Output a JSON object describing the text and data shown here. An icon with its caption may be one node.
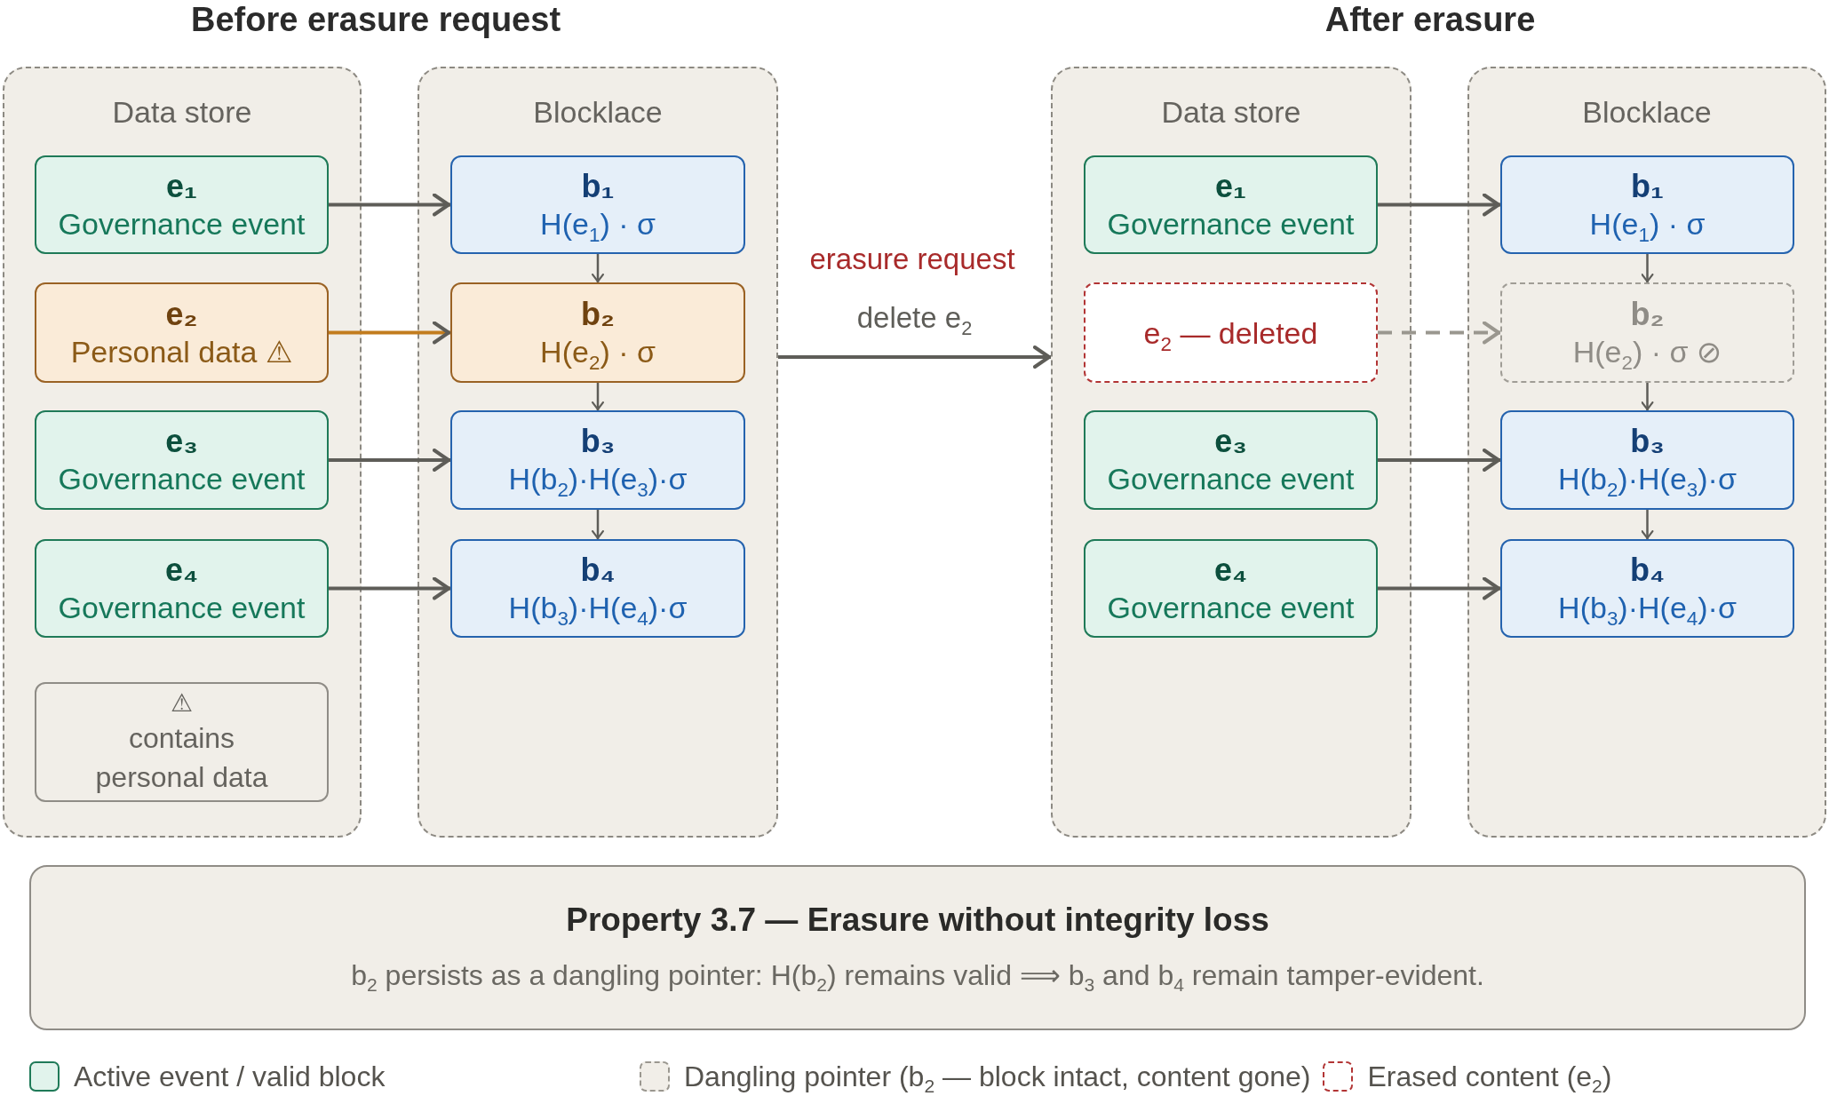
{
  "diagram": {
    "nodes": [
      {
        "text": [
          "Data store"
        ]
      },
      {
        "text": [
          "e₁",
          "Governance event"
        ],
        "in": 0
      },
      {
        "text": [
          "e₂",
          "Personal data ⚠"
        ],
        "in": 0
      },
      {
        "text": [
          "e₃",
          "Governance event"
        ],
        "in": 0
      },
      {
        "text": [
          "e₄",
          "Governance event"
        ],
        "in": 0
      },
      {
        "text": [
          "⚠",
          "contains personal data"
        ],
        "in": 0
      },
      {
        "text": [
          "Blocklace"
        ]
      },
      {
        "text": [
          "b₁",
          "H(e$_{1}$) · σ"
        ],
        "in": 6
      },
      {
        "text": [
          "b₂",
          "H(e$_{2}$) · σ"
        ],
        "in": 6
      },
      {
        "text": [
          "b₃",
          "H(b$_{2}$)·H(e$_{3}$)·σ"
        ],
        "in": 6
      },
      {
        "text": [
          "b₄",
          "H(b$_{3}$)·H(e$_{4}$)·σ"
        ],
        "in": 6
      },
      {
        "text": [
          "Data store"
        ]
      },
      {
        "text": [
          "e₁",
          "Governance event"
        ],
        "in": 11
      },
      {
        "text": [
          "e$_{2}$ — deleted"
        ],
        "in": 11
      },
      {
        "text": [
          "e₃",
          "Governance event"
        ],
        "in": 11
      },
      {
        "text": [
          "e₄",
          "Governance event"
        ],
        "in": 11
      },
      {
        "text": [
          "Blocklace"
        ]
      },
      {
        "text": [
          "b₁",
          "H(e$_{1}$) · σ"
        ],
        "in": 16
      },
      {
        "text": [
          "b₂",
          "H(e$_{2}$) · σ ⊘"
        ],
        "in": 16
      },
      {
        "text": [
          "b₃",
          "H(b$_{2}$)·H(e$_{3}$)·σ"
        ],
        "in": 16
      },
      {
        "text": [
          "b₄",
          "H(b$_{3}$)·H(e$_{4}$)·σ"
        ],
        "in": 16
      },
      {
        "text": [
          "Property 3.7 — Erasure without integrity loss",
          "b$_{2}$ persists as a dangling pointer: H(b$_{2}$) remains valid ⟹ b$_{3}$ and b$_{4}$ remain tamper-evident."
        ]
      }
    ],
    "edges": [
      {
        "from": 1,
        "to": 7,
        "arrow": "to"
      },
      {
        "from": 2,
        "to": 8,
        "arrow": "to",
        "color": "#c27c1e"
      },
      {
        "from": 3,
        "to": 9,
        "arrow": "to"
      },
      {
        "from": 4,
        "to": 10,
        "arrow": "to"
      },
      {
        "from": 7,
        "to": 8,
        "arrow": "to"
      },
      {
        "from": 8,
        "to": 9,
        "arrow": "to"
      },
      {
        "from": 9,
        "to": 10,
        "arrow": "to"
      },
      {
        "from": 6,
        "to": 11,
        "arrow": "to",
        "label": "delete e$_{2}$"
      },
      {
        "from": 12,
        "to": 17,
        "arrow": "to"
      },
      {
        "from": 13,
        "to": 18,
        "arrow": "to",
        "style": "dashed",
        "color": "#9a978f"
      },
      {
        "from": 14,
        "to": 19,
        "arrow": "to"
      },
      {
        "from": 15,
        "to": 20,
        "arrow": "to"
      },
      {
        "from": 17,
        "to": 18,
        "arrow": "to"
      },
      {
        "from": 18,
        "to": 19,
        "arrow": "to"
      },
      {
        "from": 19,
        "to": 20,
        "arrow": "to"
      }
    ],
    "labels": [
      "Before erasure request",
      "After erasure",
      "erasure request"
    ],
    "legend": [
      {
        "text": "Active event / valid block",
        "color": "#e1f3ec"
      },
      {
        "text": "Dangling pointer (b$_{2}$ — block intact, content gone)",
        "color": "#f1eee8"
      },
      {
        "text": "Erased content (e$_{2}$)",
        "color": "#b23535"
      }
    ]
  }
}
